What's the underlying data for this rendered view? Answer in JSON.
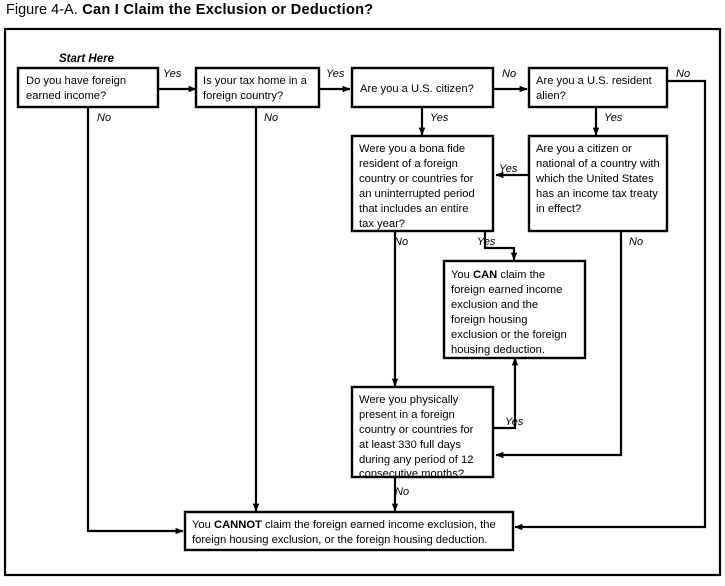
{
  "figure": {
    "title_prefix": "Figure 4-A.",
    "title_main": "Can I Claim the Exclusion or Deduction?",
    "start_label": "Start Here"
  },
  "nodes": [
    {
      "id": "q1",
      "name": "node-foreign-earned-income",
      "lines": [
        "Do you have foreign",
        "earned income?"
      ]
    },
    {
      "id": "q2",
      "name": "node-tax-home-foreign-country",
      "lines": [
        "Is your tax home in a",
        "foreign country?"
      ]
    },
    {
      "id": "q3",
      "name": "node-us-citizen",
      "lines": [
        "Are you a U.S. citizen?"
      ]
    },
    {
      "id": "q4",
      "name": "node-us-resident-alien",
      "lines": [
        "Are you a U.S. resident",
        "alien?"
      ]
    },
    {
      "id": "q5",
      "name": "node-bona-fide-resident",
      "lines": [
        "Were you a bona fide",
        "resident of a foreign",
        "country or countries for",
        "an uninterrupted period",
        "that includes an entire",
        "tax year?"
      ]
    },
    {
      "id": "q6",
      "name": "node-tax-treaty-country",
      "lines": [
        "Are you a citizen or",
        "national of a country with",
        "which the United States",
        "has an income tax treaty",
        "in effect?"
      ]
    },
    {
      "id": "result_can",
      "name": "node-result-can-claim",
      "lines": [
        [
          {
            "t": "You ",
            "b": false
          },
          {
            "t": "CAN",
            "b": true
          },
          {
            "t": " claim the",
            "b": false
          }
        ],
        [
          {
            "t": "foreign earned income",
            "b": false
          }
        ],
        [
          {
            "t": "exclusion and the",
            "b": false
          }
        ],
        [
          {
            "t": "foreign housing",
            "b": false
          }
        ],
        [
          {
            "t": "exclusion or the foreign",
            "b": false
          }
        ],
        [
          {
            "t": "housing deduction.",
            "b": false
          }
        ]
      ]
    },
    {
      "id": "q7",
      "name": "node-physical-presence-330-days",
      "lines": [
        "Were you physically",
        "present in a foreign",
        "country or countries for",
        "at least 330 full days",
        "during any period of 12",
        "consecutive months?"
      ]
    },
    {
      "id": "result_cannot",
      "name": "node-result-cannot-claim",
      "lines": [
        [
          {
            "t": "You ",
            "b": false
          },
          {
            "t": "CANNOT",
            "b": true
          },
          {
            "t": " claim the foreign earned income exclusion, the",
            "b": false
          }
        ],
        [
          {
            "t": "foreign housing exclusion, or the foreign housing deduction.",
            "b": false
          }
        ]
      ]
    }
  ],
  "edge_labels": {
    "q1_yes": "Yes",
    "q1_no": "No",
    "q2_yes": "Yes",
    "q2_no": "No",
    "q3_no": "No",
    "q3_yes": "Yes",
    "q4_no": "No",
    "q4_yes": "Yes",
    "q5_no": "No",
    "q5_yes": "Yes",
    "q6_yes": "Yes",
    "q6_no": "No",
    "q7_yes": "Yes",
    "q7_no": "No"
  },
  "colors": {
    "ink": "#000000",
    "paper": "#ffffff"
  }
}
